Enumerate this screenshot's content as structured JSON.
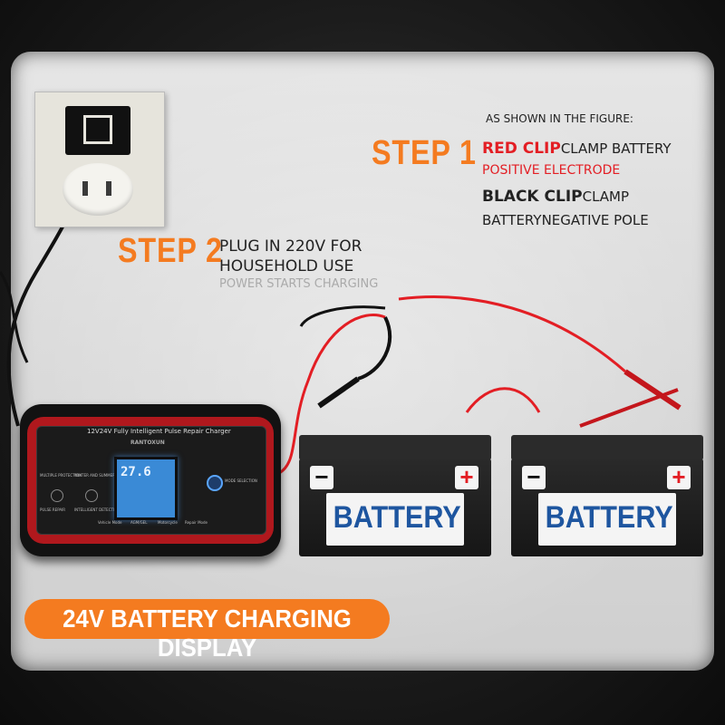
{
  "step1": {
    "title": "STEP 1",
    "intro": "AS SHOWN IN THE FIGURE:",
    "red_clip": "RED CLIP",
    "red_clip_rest": "CLAMP BATTERY",
    "red_clip_line2": "POSITIVE ELECTRODE",
    "black_clip": "BLACK CLIP",
    "black_clip_rest": "CLAMP",
    "black_line2_a": "BATTERY",
    "black_line2_b": "NEGATIVE POLE"
  },
  "step2": {
    "title": "STEP 2",
    "line1": "PLUG IN 220V FOR",
    "line2": "HOUSEHOLD USE",
    "line3": "POWER STARTS CHARGING"
  },
  "charger": {
    "model": "12V24V Fully Intelligent Pulse Repair Charger",
    "brand": "RANTOXUN",
    "display_value": "27.6",
    "labels": {
      "multiple_protection": "MULTIPLE PROTECTION",
      "winter_summer": "WINTER AND SUMMER",
      "pulse_repair": "PULSE REPAIR",
      "intelligent_detection": "INTELLIGENT DETECTION",
      "mode_selection": "MODE SELECTION",
      "vehicle_mode": "Vehicle Mode",
      "agm_gel": "AGM/GEL",
      "motorcycle": "Motorcycle",
      "repair_mode": "Repair Mode"
    }
  },
  "batteries": [
    {
      "label": "BATTERY",
      "neg": "−",
      "pos": "+"
    },
    {
      "label": "BATTERY",
      "neg": "−",
      "pos": "+"
    }
  ],
  "caption": "24V BATTERY CHARGING DISPLAY",
  "colors": {
    "accent": "#f47b20",
    "red": "#e31e24",
    "battery_blue": "#1e56a0"
  }
}
